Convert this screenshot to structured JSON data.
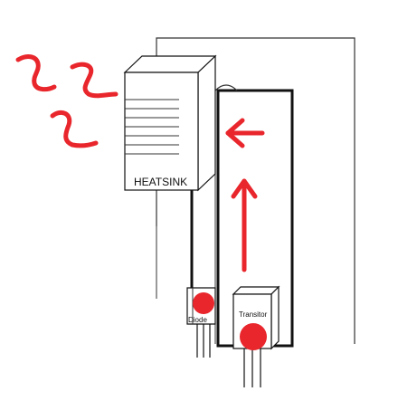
{
  "diagram": {
    "labels": {
      "heatsink": "HEATSINK",
      "diode": "Diode",
      "transistor": "Transitor"
    },
    "colors": {
      "outline": "#111111",
      "thin_outline": "#333333",
      "heat_and_flow": "#e8262c"
    }
  }
}
